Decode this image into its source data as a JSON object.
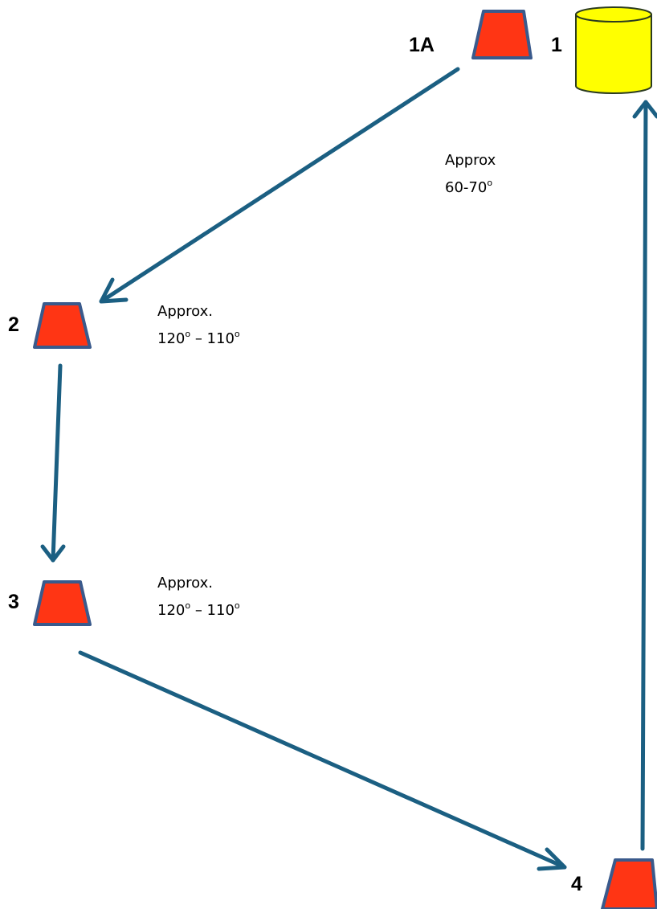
{
  "colors": {
    "cone_fill": "#ff3514",
    "cone_stroke": "#3a5a8c",
    "cylinder_fill": "#ffff00",
    "cylinder_stroke": "#2b3b1f",
    "arrow": "#1b5f82"
  },
  "stations": [
    {
      "id": "1A",
      "label": "1A",
      "shape": "cone"
    },
    {
      "id": "1",
      "label": "1",
      "shape": "cylinder"
    },
    {
      "id": "2",
      "label": "2",
      "shape": "cone"
    },
    {
      "id": "3",
      "label": "3",
      "shape": "cone"
    },
    {
      "id": "4",
      "label": "4",
      "shape": "cone"
    }
  ],
  "angle_notes": [
    {
      "id": "note-1a",
      "line1": "Approx",
      "line2_parts": [
        {
          "text": "60-70"
        },
        {
          "text": "o",
          "sup": true
        }
      ]
    },
    {
      "id": "note-2",
      "line1": "Approx.",
      "line2_parts": [
        {
          "text": "120"
        },
        {
          "text": "o",
          "sup": true
        },
        {
          "text": " – 110"
        },
        {
          "text": "o",
          "sup": true
        }
      ]
    },
    {
      "id": "note-3",
      "line1": "Approx.",
      "line2_parts": [
        {
          "text": "120"
        },
        {
          "text": "o",
          "sup": true
        },
        {
          "text": " – 110"
        },
        {
          "text": "o",
          "sup": true
        }
      ]
    }
  ],
  "arrows": [
    {
      "id": "arrow-1a-to-2",
      "from": "1A",
      "to": "2"
    },
    {
      "id": "arrow-2-to-3",
      "from": "2",
      "to": "3"
    },
    {
      "id": "arrow-3-to-4",
      "from": "3",
      "to": "4"
    },
    {
      "id": "arrow-4-to-1",
      "from": "4",
      "to": "1"
    }
  ]
}
